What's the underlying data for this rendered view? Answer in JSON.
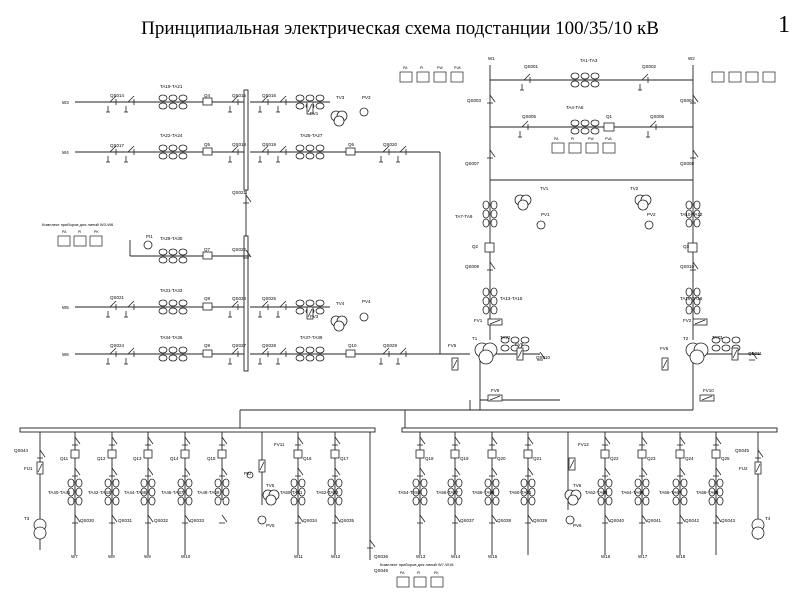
{
  "title": "Принципиальная электрическая схема подстанции 100/35/10 кВ",
  "slide_number": "1",
  "colors": {
    "line": "#222222",
    "text": "#000000",
    "background": "#ffffff"
  },
  "labels_35kv": {
    "lines_left": [
      "W3",
      "W4",
      "W5",
      "W6"
    ],
    "ta_top": [
      "TA19-TA21",
      "TA22-TA24",
      "TA28-TA30",
      "TA31-TA33",
      "TA34-TA36"
    ],
    "ta_right": [
      "TA25-TA27",
      "TA37-TA39"
    ],
    "q_left": [
      "QS014",
      "QS017",
      "QS021",
      "QS024"
    ],
    "q_mid": [
      "Q4",
      "Q5",
      "Q7",
      "Q8",
      "Q9"
    ],
    "qs_bus": [
      "QS015",
      "QS018",
      "QS021",
      "QS022",
      "QS024",
      "QS027"
    ],
    "qs_right": [
      "QS016",
      "QS019",
      "QS025",
      "QS028"
    ],
    "tv": [
      "TV3",
      "TV4"
    ],
    "pv": [
      "PV3",
      "PV4"
    ],
    "fv": [
      "FV1",
      "FV3"
    ],
    "q6_label": "Q6",
    "q10_label": "Q10",
    "qs20": "QS020",
    "qs29": "QS029",
    "pi1": "PI1",
    "meter_note": "Комплект приборов для линий W3-W6",
    "meter_names": [
      "PA",
      "PI",
      "PK"
    ]
  },
  "labels_110kv": {
    "w1": "W1",
    "w2": "W2",
    "qs001": "QS001",
    "qs002": "QS002",
    "qs003": "QS003",
    "qs004": "QS004",
    "qs005": "QS005",
    "qs006": "QS006",
    "qs007": "QS007",
    "qs008": "QS008",
    "qs009": "QS009",
    "qs010": "QS010",
    "q1": "Q1",
    "q2": "Q2",
    "q3": "Q3",
    "ta_top": "TA1-TA3",
    "ta_mid": "TA4-TA6",
    "ta7": "TA7-TA9",
    "ta10": "TA10-TA12",
    "ta13": "TA13-TA15",
    "ta16": "TA16-TA18",
    "tv1": "TV1",
    "tv2": "TV2",
    "pv1": "PV1",
    "pv2": "PV2",
    "fv1": "FV1",
    "fv2": "FV2",
    "t1": "T1",
    "t2": "T2",
    "ta72": "TA72",
    "ta73": "TA73",
    "fv5": "FV5",
    "fv6": "FV6",
    "qs010b": "QS010",
    "qs011": "QS011",
    "fv8": "FV8",
    "fv9": "FV9",
    "fv10": "FV10",
    "meters_top": [
      "PA",
      "PI",
      "PW",
      "PVA"
    ],
    "meters_mid": [
      "PA",
      "PI",
      "PW",
      "PVA"
    ]
  },
  "labels_10kv": {
    "left_feeders": [
      "W7",
      "W8",
      "W9",
      "W10",
      "W11"
    ],
    "right_feeders": [
      "W15",
      "W16",
      "W17",
      "W18"
    ],
    "mid_feeders": [
      "W12",
      "W13",
      "W14"
    ],
    "q_left": [
      "Q11",
      "Q12",
      "Q13",
      "Q14",
      "Q15",
      "Q16",
      "Q17"
    ],
    "q_right": [
      "Q18",
      "Q19",
      "Q20",
      "Q21",
      "Q22",
      "Q23",
      "Q24",
      "Q25"
    ],
    "ta_left": [
      "TA40-TA41",
      "TA42-TA43",
      "TA44-TA45",
      "TA46-TA47",
      "TA48-TA49",
      "TA50-TA51",
      "TA52-TA53"
    ],
    "ta_right": [
      "TA54-TA55",
      "TA56-TA57",
      "TA58-TA59",
      "TA60-TA61",
      "TA62-TA63",
      "TA64-TA65",
      "TA66-TA67",
      "TA68-TA69"
    ],
    "qs_left": [
      "QS030",
      "QS031",
      "QS032",
      "QS033",
      "QS034",
      "QS035",
      "QS036"
    ],
    "qs_right": [
      "QS037",
      "QS038",
      "QS039",
      "QS040",
      "QS041",
      "QS042",
      "QS043",
      "QS044"
    ],
    "fu1": "FU1",
    "fu2": "FU2",
    "t3": "T3",
    "t4": "T4",
    "tv5": "TV5",
    "tv6": "TV6",
    "pv5": "PV5",
    "pv6": "PV6",
    "fv11": "FV11",
    "fv12": "FV12",
    "qs045": "QS045",
    "qs_bottom": "QS046",
    "meter_note": "Комплект приборов для линий W7-W18",
    "meter_names": [
      "PA",
      "PI",
      "PK"
    ],
    "pio": "PI0"
  }
}
